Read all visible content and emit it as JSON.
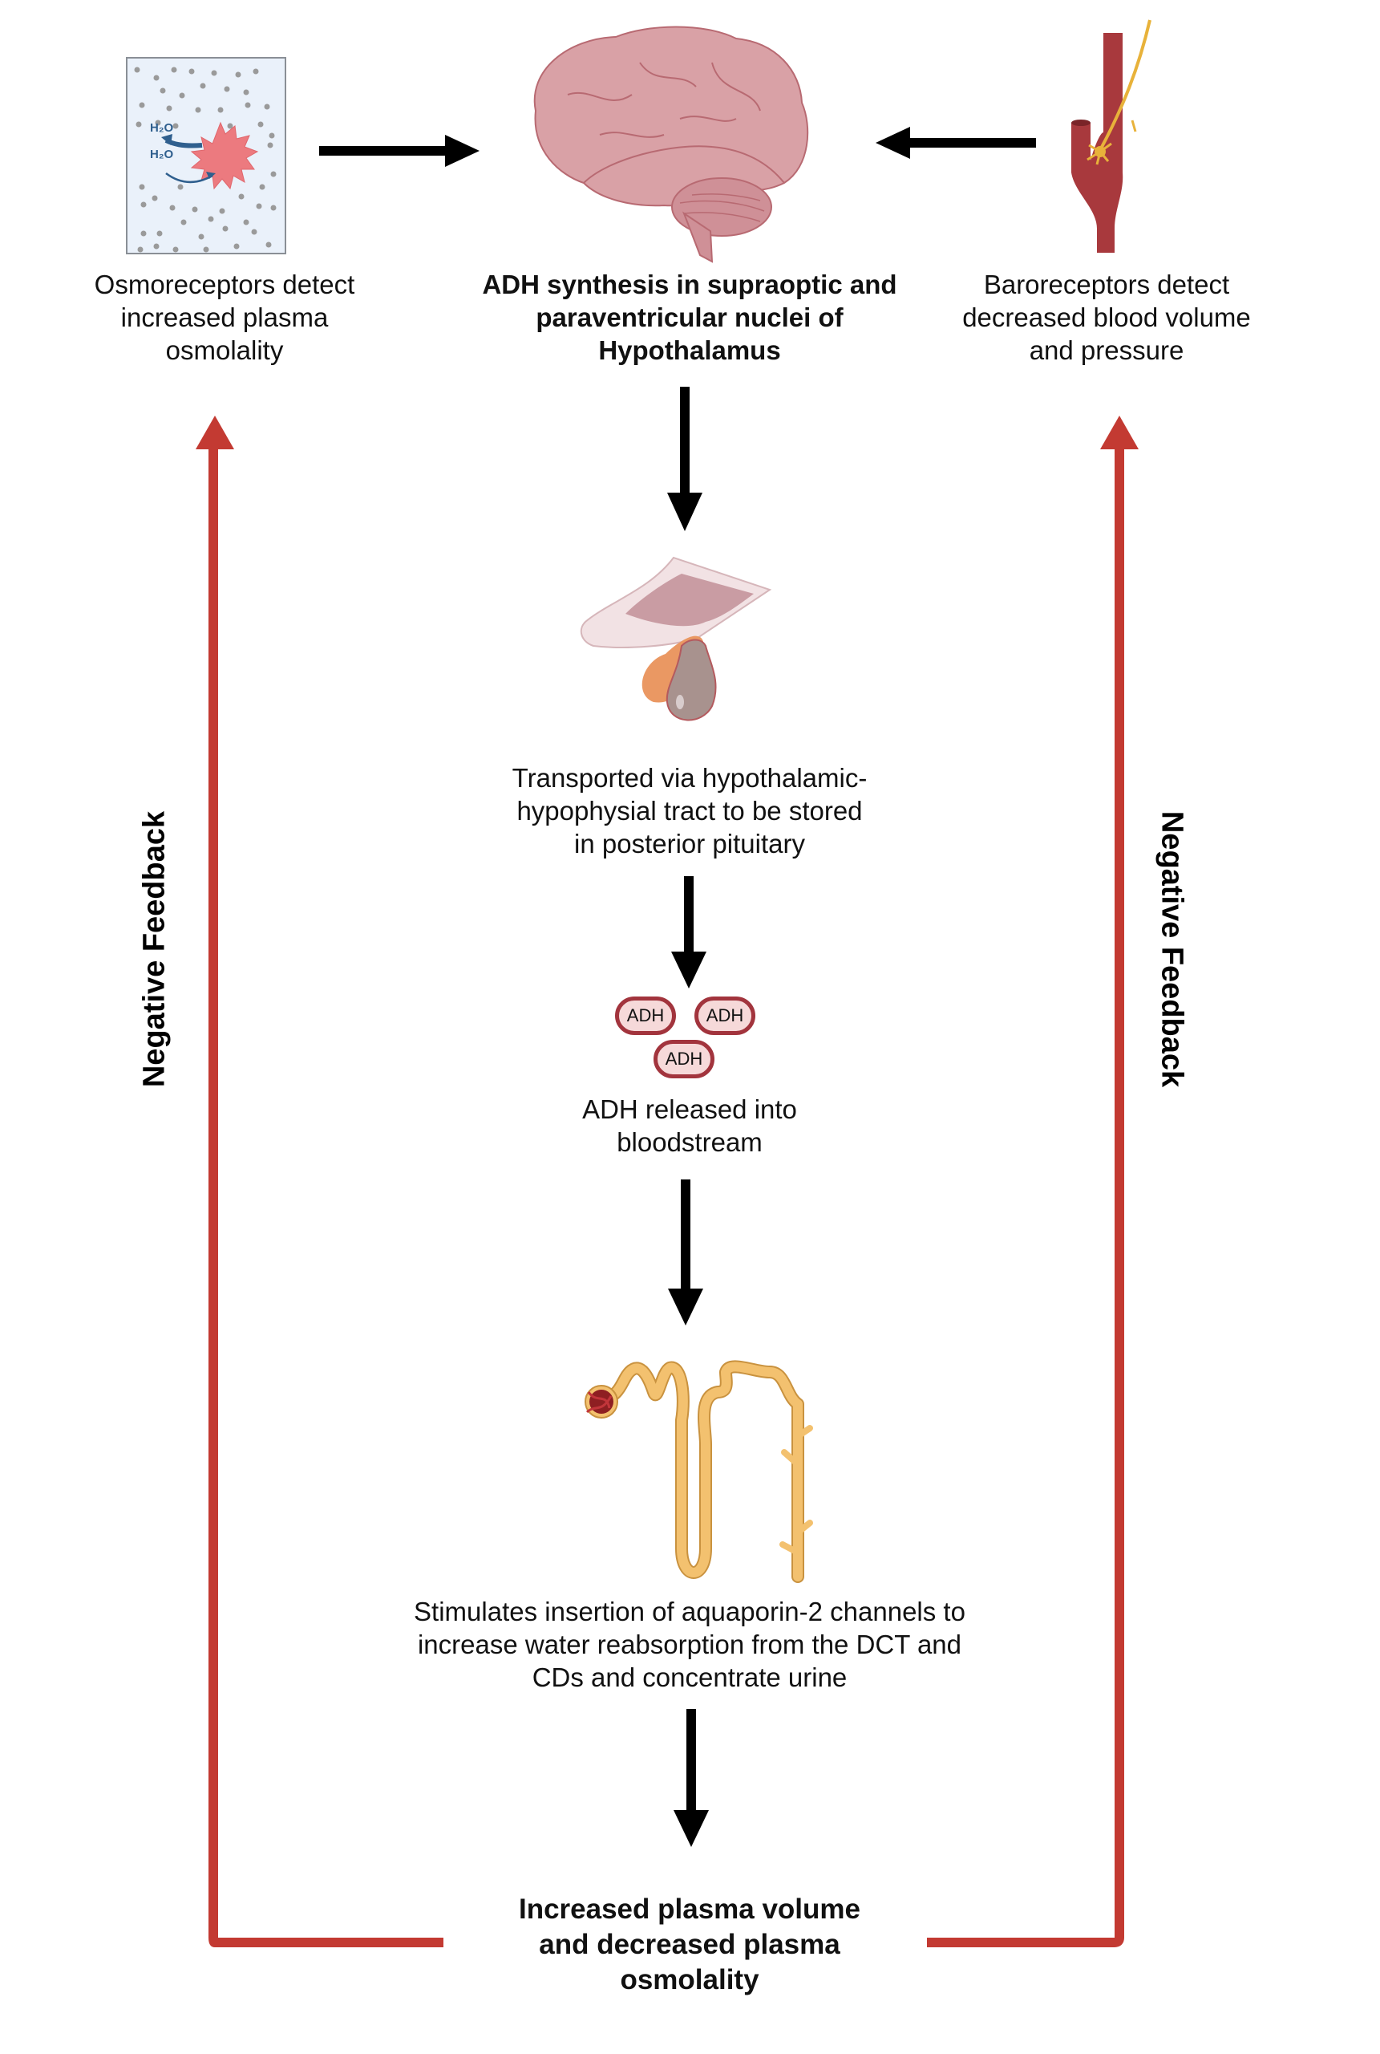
{
  "diagram": {
    "title": "ADH negative feedback pathway",
    "nodes": {
      "osmoreceptors": {
        "label": "Osmoreceptors detect increased plasma osmolality",
        "lines": [
          "Osmoreceptors detect",
          "increased plasma",
          "osmolality"
        ],
        "icon": "osmoreceptor-cell-icon",
        "water_labels": [
          "H₂O",
          "H₂O"
        ]
      },
      "hypothalamus": {
        "label": "ADH synthesis in supraoptic and paraventricular nuclei of Hypothalamus",
        "lines": [
          "ADH synthesis in supraoptic and",
          "paraventricular nuclei of",
          "Hypothalamus"
        ],
        "icon": "brain-icon"
      },
      "baroreceptors": {
        "label": "Baroreceptors detect decreased blood volume and pressure",
        "lines": [
          "Baroreceptors detect",
          "decreased blood volume",
          "and pressure"
        ],
        "icon": "carotid-artery-icon"
      },
      "pituitary": {
        "label": "Transported via hypothalamic-hypophysial tract to be stored in posterior pituitary",
        "lines": [
          "Transported via hypothalamic-",
          "hypophysial tract to be stored",
          "in posterior pituitary"
        ],
        "icon": "pituitary-gland-icon"
      },
      "release": {
        "label": "ADH released into bloodstream",
        "lines": [
          "ADH released into",
          "bloodstream"
        ],
        "molecules": [
          "ADH",
          "ADH",
          "ADH"
        ]
      },
      "kidney": {
        "label": "Stimulates insertion of aquaporin-2 channels to increase water reabsorption from the DCT and CDs and concentrate urine",
        "lines": [
          "Stimulates insertion of aquaporin-2 channels to",
          "increase water reabsorption from the DCT and",
          "CDs and concentrate urine"
        ],
        "icon": "nephron-icon"
      },
      "outcome": {
        "label": "Increased plasma volume and decreased plasma osmolality",
        "lines": [
          "Increased plasma volume",
          "and decreased plasma",
          "osmolality"
        ]
      }
    },
    "feedback": {
      "left_label": "Negative Feedback",
      "right_label": "Negative Feedback"
    },
    "colors": {
      "arrow": "#000000",
      "feedback": "#c33a32",
      "adh_border": "#a2343d",
      "adh_fill": "#f6d9d9",
      "brain": "#d9a1a6",
      "artery": "#a8393d",
      "nerve": "#e8b23a",
      "nephron": "#f3c16f",
      "osmo_bg": "#eaf1fa",
      "cell": "#ec7a7f",
      "water": "#2f5f8e"
    }
  }
}
